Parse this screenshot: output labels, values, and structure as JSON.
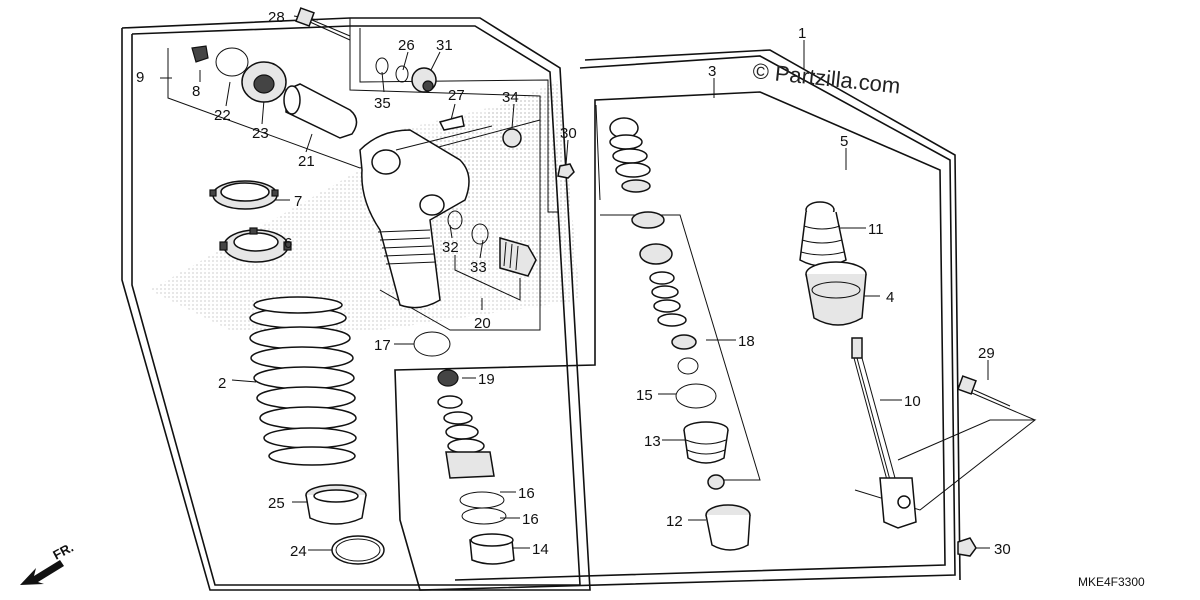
{
  "watermark": "© Partzilla.com",
  "diagram_code": "MKE4F3300",
  "direction_label": "FR.",
  "callouts": {
    "c1": "1",
    "c2": "2",
    "c3": "3",
    "c4": "4",
    "c5": "5",
    "c6": "6",
    "c7": "7",
    "c8": "8",
    "c9": "9",
    "c10": "10",
    "c11": "11",
    "c12": "12",
    "c13": "13",
    "c14": "14",
    "c15": "15",
    "c16a": "16",
    "c16b": "16",
    "c17": "17",
    "c18": "18",
    "c19": "19",
    "c20": "20",
    "c21": "21",
    "c22": "22",
    "c23": "23",
    "c24": "24",
    "c25": "25",
    "c26": "26",
    "c27": "27",
    "c28": "28",
    "c29": "29",
    "c30a": "30",
    "c30b": "30",
    "c31": "31",
    "c32": "32",
    "c33": "33",
    "c34": "34",
    "c35": "35"
  }
}
